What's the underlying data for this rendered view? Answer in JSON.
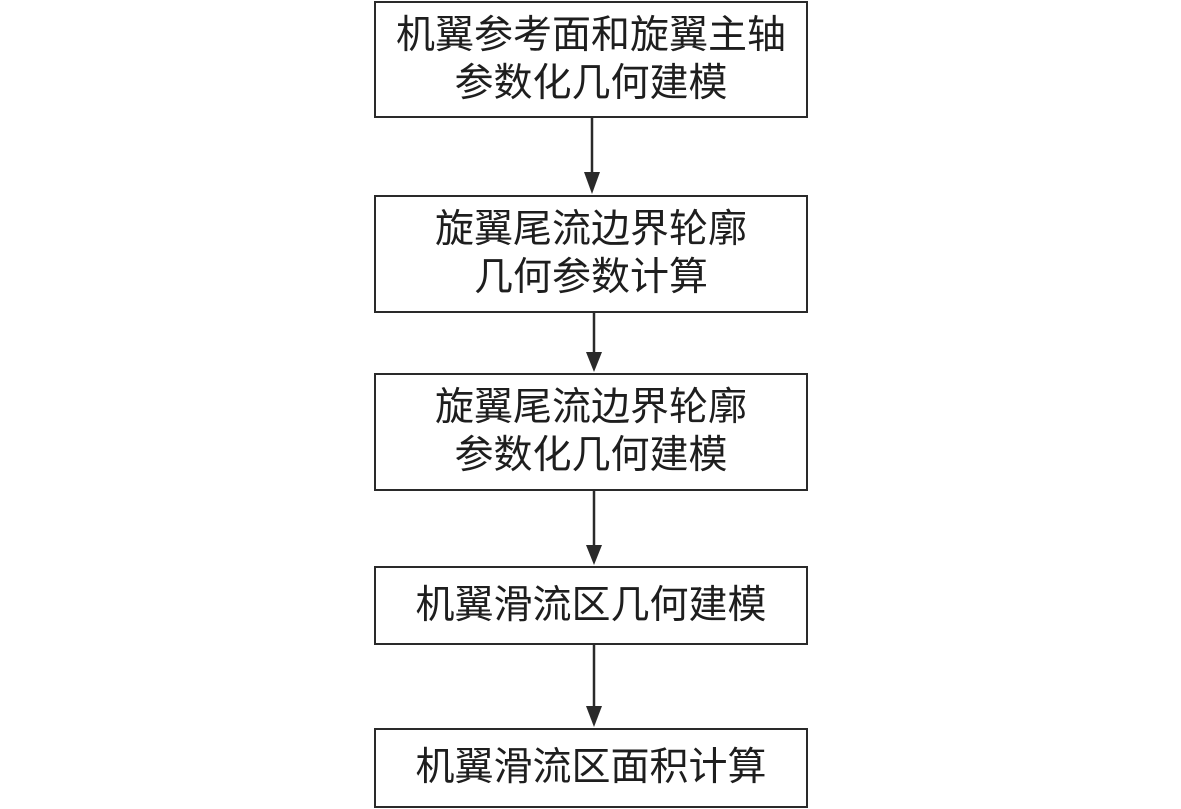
{
  "diagram": {
    "type": "flowchart",
    "direction": "top-to-bottom",
    "nodes": [
      {
        "id": "b1",
        "lines": [
          "机翼参考面和旋翼主轴",
          "参数化几何建模"
        ]
      },
      {
        "id": "b2",
        "lines": [
          "旋翼尾流边界轮廓",
          "几何参数计算"
        ]
      },
      {
        "id": "b3",
        "lines": [
          "旋翼尾流边界轮廓",
          "参数化几何建模"
        ]
      },
      {
        "id": "b4",
        "lines": [
          "机翼滑流区几何建模"
        ]
      },
      {
        "id": "b5",
        "lines": [
          "机翼滑流区面积计算"
        ]
      }
    ],
    "edges": [
      {
        "from": "b1",
        "to": "b2"
      },
      {
        "from": "b2",
        "to": "b3"
      },
      {
        "from": "b3",
        "to": "b4"
      },
      {
        "from": "b4",
        "to": "b5"
      }
    ],
    "colors": {
      "stroke": "#2a2a2a",
      "text": "#1e1e1e",
      "background": "#ffffff"
    }
  }
}
